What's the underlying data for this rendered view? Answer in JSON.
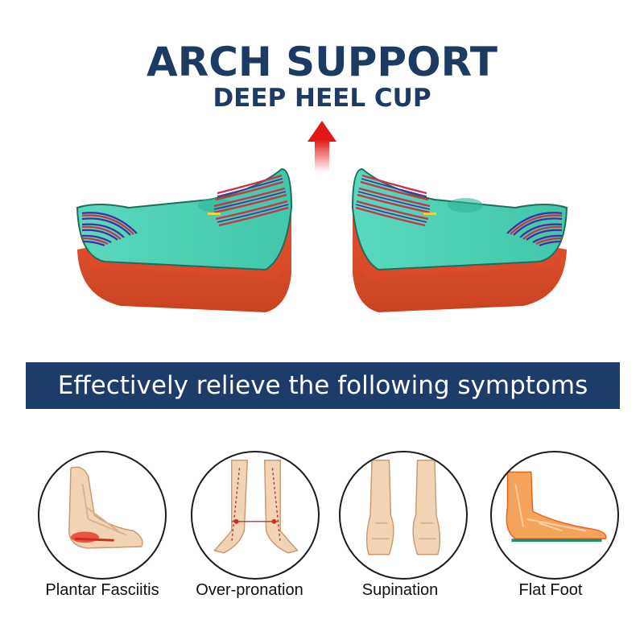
{
  "heading": {
    "title": "ARCH SUPPORT",
    "subtitle": "DEEP HEEL CUP"
  },
  "product": {
    "image": "orthotic-insoles-pair",
    "colors": {
      "top": "#4fd3b6",
      "base": "#e2512f",
      "stripe_red": "#c8344a",
      "stripe_purple": "#4b2b9b"
    }
  },
  "banner": {
    "text": "Effectively relieve the following symptoms"
  },
  "symptoms": [
    {
      "label": "Plantar Fasciitis",
      "icon": "plantar-fasciitis-foot-icon"
    },
    {
      "label": "Over-pronation",
      "icon": "over-pronation-legs-icon"
    },
    {
      "label": "Supination",
      "icon": "supination-feet-icon"
    },
    {
      "label": "Flat Foot",
      "icon": "flat-foot-icon"
    }
  ]
}
